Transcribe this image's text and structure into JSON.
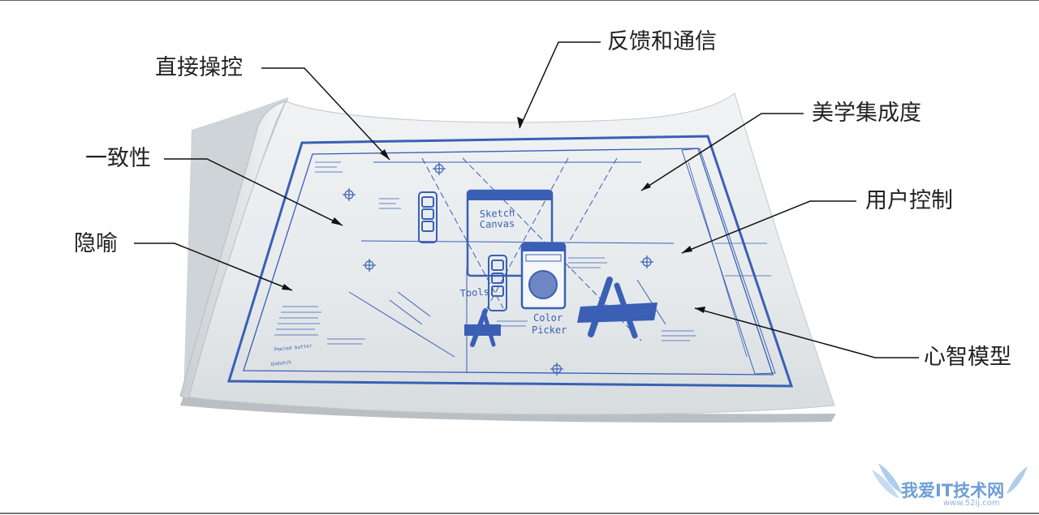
{
  "labels": {
    "direct_manipulation": "直接操控",
    "feedback": "反馈和通信",
    "aesthetic": "美学集成度",
    "consistency": "一致性",
    "user_control": "用户控制",
    "metaphor": "隐喻",
    "mental_model": "心智模型"
  },
  "blueprint": {
    "sketch_canvas": [
      "Sketch",
      "Canvas"
    ],
    "tools": "Tools",
    "color_picker": [
      "Color",
      "Picker"
    ],
    "note_left": "Peeled butter",
    "note_left2": "Undutch"
  },
  "watermark": {
    "title": "我爱IT技术网",
    "url": "www.52ij.com"
  },
  "colors": {
    "ink": "#3a5fb5",
    "paper": "#e8ecee",
    "leader": "#111111",
    "watermark": "#6d9fd6"
  }
}
